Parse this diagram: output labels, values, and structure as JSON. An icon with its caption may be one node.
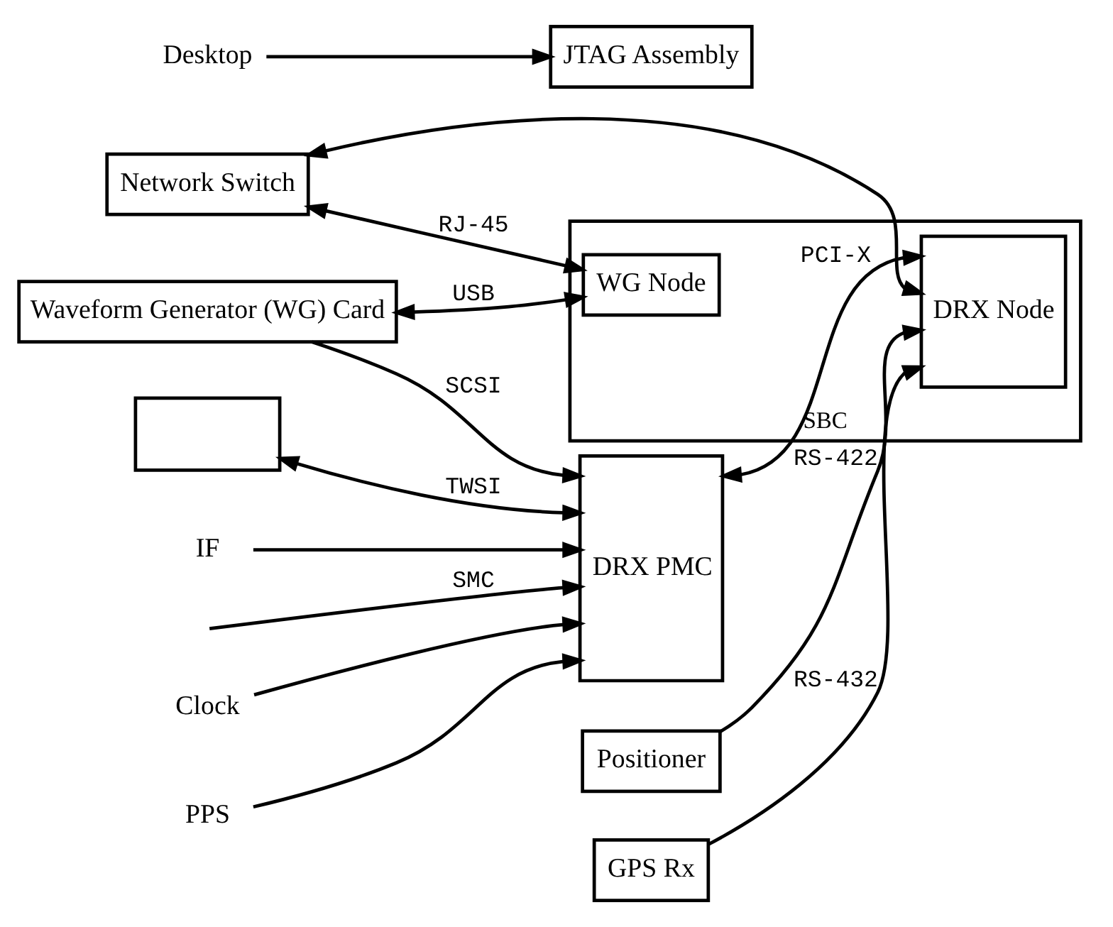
{
  "diagram": {
    "nodes": [
      {
        "text": [
          "Waveform Generator (WG) Card"
        ]
      },
      {
        "text": [],
        "shape": "box"
      },
      {
        "text": [
          "DRX PMC"
        ]
      },
      {
        "text": [
          "SBC"
        ]
      },
      {
        "text": [
          "WG Node"
        ],
        "in": 3
      },
      {
        "text": [
          "DRX Node"
        ],
        "in": 3
      },
      {
        "text": [
          "Network Switch"
        ]
      },
      {
        "text": [
          "JTAG Assembly"
        ]
      },
      {
        "text": [
          "IF"
        ]
      },
      {
        "text": [
          "Clock"
        ]
      },
      {
        "text": [
          "PPS"
        ]
      },
      {
        "text": [
          "Desktop"
        ]
      },
      {
        "text": [
          "Positioner"
        ]
      },
      {
        "text": [
          "GPS Rx"
        ]
      }
    ],
    "edges": [
      {
        "from": 0,
        "to": 2,
        "arrow": "to",
        "label": "SCSI"
      },
      {
        "from": 0,
        "to": 4,
        "arrow": "both",
        "label": "USB"
      },
      {
        "from": 1,
        "to": 2,
        "arrow": "both",
        "label": "TWSI"
      },
      {
        "from": 8,
        "to": 2,
        "arrow": "to"
      },
      {
        "from": null,
        "to": 2,
        "arrow": "to",
        "label": "SMC"
      },
      {
        "from": 9,
        "to": 2,
        "arrow": "to"
      },
      {
        "from": 10,
        "to": 2,
        "arrow": "to"
      },
      {
        "from": 11,
        "to": 7,
        "arrow": "to"
      },
      {
        "from": 2,
        "to": 5,
        "arrow": "both",
        "label": "PCI-X"
      },
      {
        "from": 6,
        "to": 4,
        "arrow": "both",
        "label": "RJ-45"
      },
      {
        "from": 6,
        "to": 5,
        "arrow": "both"
      },
      {
        "from": 12,
        "to": 5,
        "arrow": "to",
        "label": "RS-422"
      },
      {
        "from": 13,
        "to": 5,
        "arrow": "to",
        "label": "RS-432"
      }
    ]
  }
}
